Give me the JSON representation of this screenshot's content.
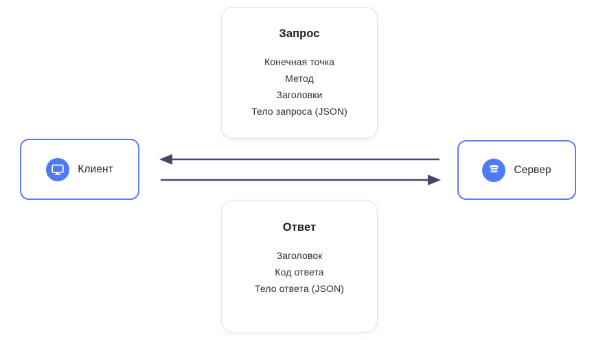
{
  "diagram": {
    "title": "Client-server request/response flow",
    "colors": {
      "accent_blue": "#4f7af5",
      "node_border": "#5b7cfa",
      "arrow": "#4a4668",
      "card_shadow": "#dee5fa",
      "background": "#ffffff",
      "text": "#2b2b33"
    },
    "nodes": [
      {
        "id": "client",
        "label": "Клиент",
        "icon": "monitor-icon"
      },
      {
        "id": "server",
        "label": "Сервер",
        "icon": "database-icon"
      }
    ],
    "cards": [
      {
        "id": "request",
        "title": "Запрос",
        "lines": [
          "Конечная точка",
          "Метод",
          "Заголовки",
          "Тело запроса (JSON)"
        ]
      },
      {
        "id": "response",
        "title": "Ответ",
        "lines": [
          "Заголовок",
          "Код ответа",
          "Тело ответа (JSON)"
        ]
      }
    ],
    "arrows": [
      {
        "id": "response-arrow",
        "direction": "left",
        "from": "server",
        "to": "client",
        "name": "arrow-server-to-client"
      },
      {
        "id": "request-arrow",
        "direction": "right",
        "from": "client",
        "to": "server",
        "name": "arrow-client-to-server"
      }
    ]
  }
}
